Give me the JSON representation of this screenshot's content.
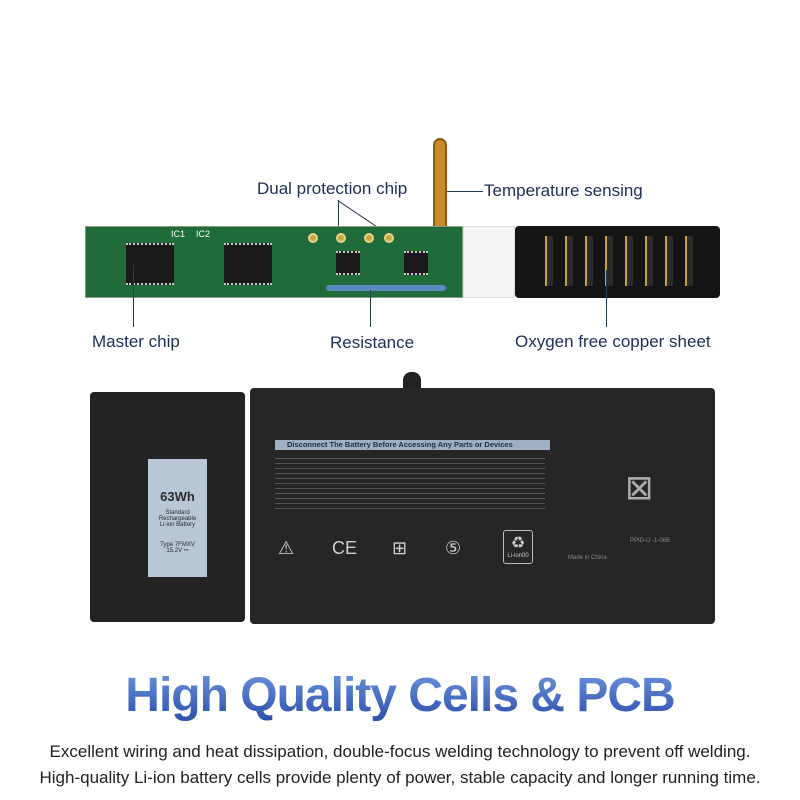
{
  "callouts": {
    "dual_protection": "Dual protection chip",
    "temperature": "Temperature sensing",
    "master": "Master chip",
    "resistance": "Resistance",
    "copper": "Oxygen free copper sheet"
  },
  "pcb": {
    "ic1": "IC1",
    "ic2": "IC2"
  },
  "battery": {
    "capacity": "63Wh",
    "type_line1": "Standard",
    "type_line2": "Rechargeable",
    "type_line3": "Li-ion Battery",
    "model": "Type 7FMXV",
    "voltage": "15.2V ⎓",
    "warning": "Disconnect The Battery Before Accessing Any Parts or Devices",
    "made_in": "Made in China",
    "ppid": "PPID-U -1-06B",
    "li_ion": "Li-ion00",
    "ce": "CE"
  },
  "headline": "High Quality Cells & PCB",
  "desc": [
    "Excellent wiring and heat dissipation, double-focus welding technology to prevent off welding.",
    "High-quality Li-ion battery cells provide plenty of power, stable capacity and longer running time."
  ],
  "colors": {
    "headline_top": "#6d97e0",
    "headline_bottom": "#2b4da8",
    "callout": "#1e2f52"
  }
}
